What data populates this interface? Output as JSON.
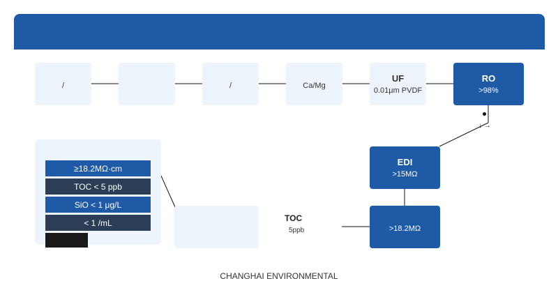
{
  "header": {
    "title": ""
  },
  "stages": [
    {
      "id": "s1",
      "title": "",
      "sub": "/"
    },
    {
      "id": "s2",
      "title": "",
      "sub": ""
    },
    {
      "id": "s3",
      "title": "",
      "sub": "/"
    },
    {
      "id": "s4",
      "title": "",
      "sub": "Ca/Mg"
    },
    {
      "id": "uf",
      "title": "UF",
      "sub": "0.01μm PVDF"
    },
    {
      "id": "ro",
      "title": "RO",
      "sub": ">98%"
    }
  ],
  "edi": {
    "title": "EDI",
    "sub": ">15MΩ"
  },
  "polish": {
    "title": "",
    "sub": ">18.2MΩ"
  },
  "output_box": {
    "title": "",
    "sub": ""
  },
  "toc": {
    "label": "TOC",
    "sub": "5ppb"
  },
  "specs": [
    {
      "text": "≥18.2MΩ·cm"
    },
    {
      "text": "TOC < 5 ppb"
    },
    {
      "text": "SiO  < 1 μg/L"
    },
    {
      "text": "< 1  /mL"
    },
    {
      "text": ""
    }
  ],
  "flow_arrows": "↓ →",
  "footer": {
    "company": "CHANGHAI ENVIRONMENTAL"
  },
  "colors": {
    "primary": "#1f5aa6",
    "light": "#eef4fc",
    "slate": "#2c3e55",
    "black": "#1a1a1a"
  }
}
